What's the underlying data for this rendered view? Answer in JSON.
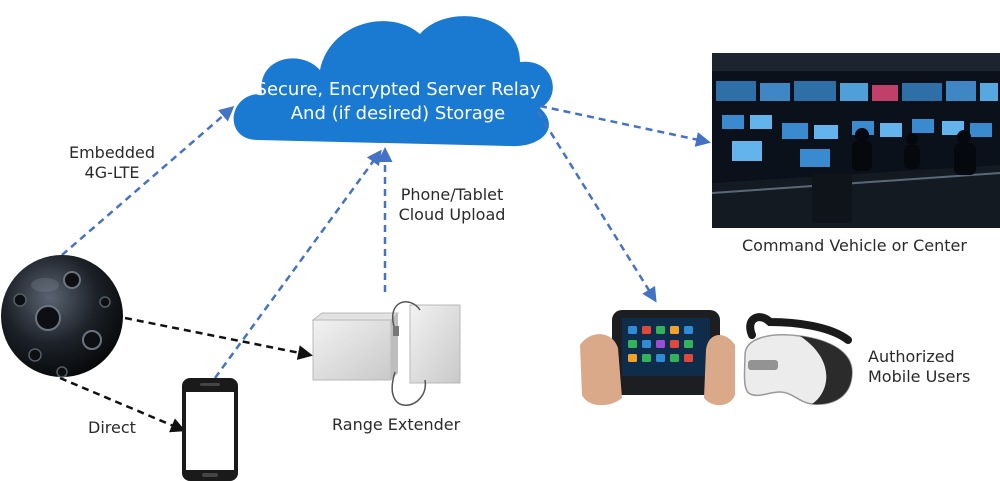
{
  "cloud": {
    "line1": "Secure, Encrypted Server Relay",
    "line2": "And (if desired) Storage",
    "color": "#1a7ad1"
  },
  "labels": {
    "embedded": [
      "Embedded",
      "4G-LTE"
    ],
    "phone_upload": [
      "Phone/Tablet",
      "Cloud Upload"
    ],
    "direct": "Direct",
    "range_extender": "Range Extender",
    "command_center": "Command Vehicle or Center",
    "mobile_users": [
      "Authorized",
      "Mobile Users"
    ]
  },
  "colors": {
    "blue_link": "#4472c4",
    "black_link": "#111111"
  }
}
